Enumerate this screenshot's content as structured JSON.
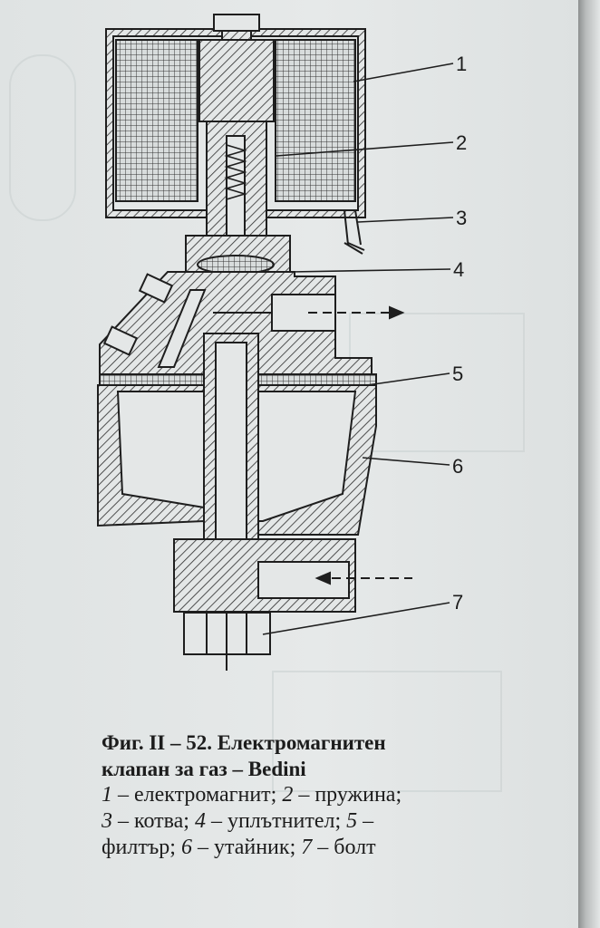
{
  "figure": {
    "callouts": [
      "1",
      "2",
      "3",
      "4",
      "5",
      "6",
      "7"
    ]
  },
  "caption": {
    "title_line1": "Фиг. II – 52. Електромагнитен",
    "title_line2": "клапан за газ – Bedini",
    "legend_line1": [
      {
        "n": "1",
        "t": " – електромагнит; "
      },
      {
        "n": "2",
        "t": " – пружина;"
      }
    ],
    "legend_line2": [
      {
        "n": "3",
        "t": " – котва; "
      },
      {
        "n": "4",
        "t": " – уплътнител; "
      },
      {
        "n": "5",
        "t": " –"
      }
    ],
    "legend_line3": [
      {
        "t": "филтър; "
      },
      {
        "n": "6",
        "t": " – утайник; "
      },
      {
        "n": "7",
        "t": " – болт"
      }
    ]
  }
}
